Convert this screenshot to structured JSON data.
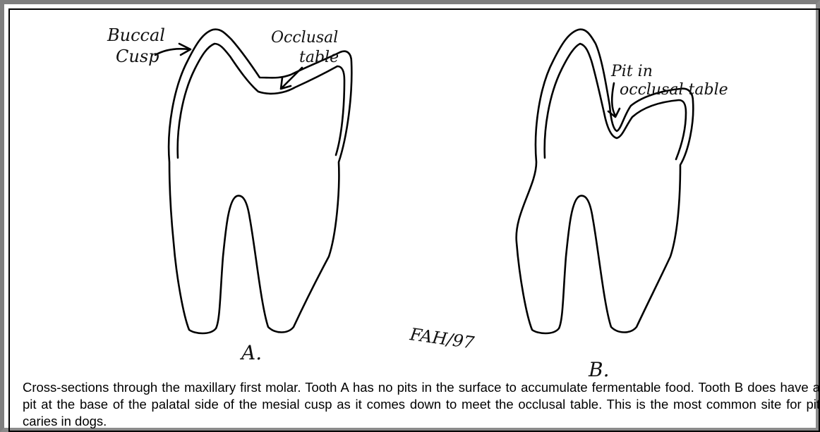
{
  "figure": {
    "labels": {
      "buccal_cusp_line1": "Buccal",
      "buccal_cusp_line2": "Cusp",
      "occlusal_table_line1": "Occlusal",
      "occlusal_table_line2": "table",
      "pit_line1": "Pit in",
      "pit_line2": "occlusal table",
      "tooth_a": "A.",
      "tooth_b": "B.",
      "signature": "FAH/97"
    }
  },
  "caption": "Cross-sections through the maxillary first molar. Tooth A has no pits in the surface to accumulate fermentable food. Tooth B does have a pit at the base of the palatal side of the mesial cusp as it comes down to meet the occlusal table. This is the most common site for pit caries in dogs."
}
